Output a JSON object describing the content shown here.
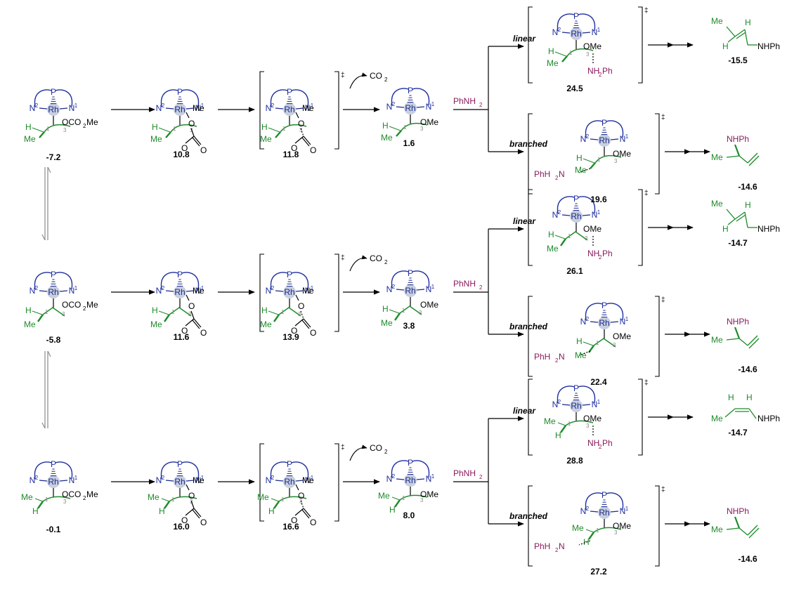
{
  "colors": {
    "rhodium": "#1a2a8a",
    "rh_shade": "#c8cfdf",
    "ligand": "#1f2fa0",
    "allyl": "#1e8b2a",
    "amine": "#8b1a5c",
    "black": "#000000",
    "gray_number": "#8a8a8a"
  },
  "symbols": {
    "rh": "Rh",
    "p": "P",
    "n": "N",
    "sup1": "1",
    "sup2": "2",
    "ocoome": "OCO",
    "ocoome_sub": "2",
    "ocoome_tail": "Me",
    "me": "Me",
    "h": "H",
    "o": "O",
    "ome": "OMe",
    "co2": "CO",
    "co2_sub": "2",
    "phnh2": "PhNH",
    "phnh2_sub": "2",
    "nh2ph_a": "NH",
    "nh2ph_sub": "2",
    "nh2ph_b": "Ph",
    "phh2n_a": "PhH",
    "phh2n_sub": "2",
    "phh2n_b": "N",
    "nhph": "NHPh",
    "c1": "1",
    "c3": "3",
    "dagger": "‡"
  },
  "pathway_labels": {
    "linear": "linear",
    "branched": "branched"
  },
  "rows": [
    {
      "energies": {
        "reactant": "-7.2",
        "int_a": "10.8",
        "ts_a": "11.8",
        "int_b": "1.6",
        "ts_linear": "24.5",
        "prod_linear": "-15.5",
        "ts_branched": "19.6",
        "prod_branched": "-14.6"
      }
    },
    {
      "energies": {
        "reactant": "-5.8",
        "int_a": "11.6",
        "ts_a": "13.9",
        "int_b": "3.8",
        "ts_linear": "26.1",
        "prod_linear": "-14.7",
        "ts_branched": "22.4",
        "prod_branched": "-14.6"
      }
    },
    {
      "energies": {
        "reactant": "-0.1",
        "int_a": "16.0",
        "ts_a": "16.6",
        "int_b": "8.0",
        "ts_linear": "28.8",
        "prod_linear": "-14.7",
        "ts_branched": "27.2",
        "prod_branched": "-14.6"
      }
    }
  ]
}
